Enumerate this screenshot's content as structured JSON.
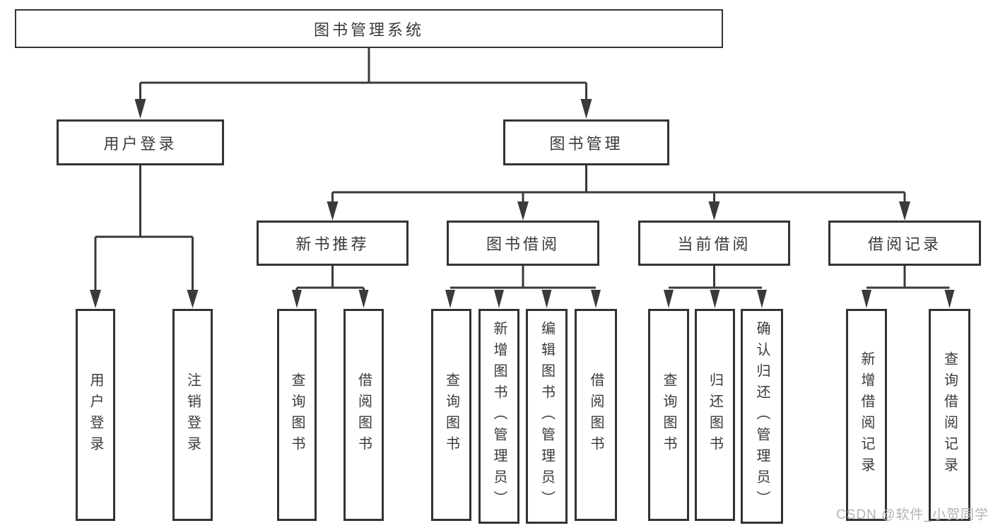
{
  "tree": {
    "label": "图书管理系统",
    "children": [
      {
        "label": "用户登录",
        "children": [
          {
            "label": "用户登录"
          },
          {
            "label": "注销登录"
          }
        ]
      },
      {
        "label": "图书管理",
        "children": [
          {
            "label": "新书推荐",
            "children": [
              {
                "label": "查询图书"
              },
              {
                "label": "借阅图书"
              }
            ]
          },
          {
            "label": "图书借阅",
            "children": [
              {
                "label": "查询图书"
              },
              {
                "label": "新增图书（管理员）"
              },
              {
                "label": "编辑图书（管理员）"
              },
              {
                "label": "借阅图书"
              }
            ]
          },
          {
            "label": "当前借阅",
            "children": [
              {
                "label": "查询图书"
              },
              {
                "label": "归还图书"
              },
              {
                "label": "确认归还（管理员）"
              }
            ]
          },
          {
            "label": "借阅记录",
            "children": [
              {
                "label": "新增借阅记录"
              },
              {
                "label": "查询借阅记录"
              }
            ]
          }
        ]
      }
    ]
  },
  "watermark": {
    "text": "CSDN @软件_小贺同学"
  },
  "colors": {
    "line": "#3a3a3a",
    "box_border": "#333333",
    "text": "#3a3a3a",
    "watermark": "#b3b3b3",
    "background": "#ffffff"
  }
}
